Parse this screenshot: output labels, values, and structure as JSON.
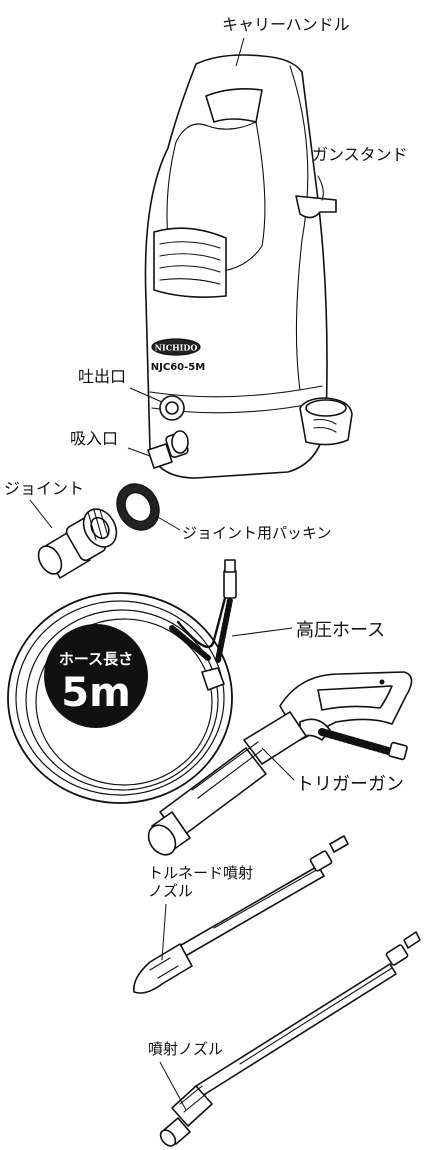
{
  "model": "NJC60-5M",
  "brand": "NICHIDO",
  "badge": {
    "line1": "ホース長さ",
    "line2": "5m"
  },
  "labels": {
    "carry_handle": "キャリーハンドル",
    "gun_stand": "ガンスタンド",
    "outlet": "吐出口",
    "inlet": "吸入口",
    "joint": "ジョイント",
    "joint_packing": "ジョイント用パッキン",
    "high_pressure_hose": "高圧ホース",
    "trigger_gun": "トリガーガン",
    "tornado_nozzle_1": "トルネード噴射",
    "tornado_nozzle_2": "ノズル",
    "spray_nozzle": "噴射ノズル"
  }
}
